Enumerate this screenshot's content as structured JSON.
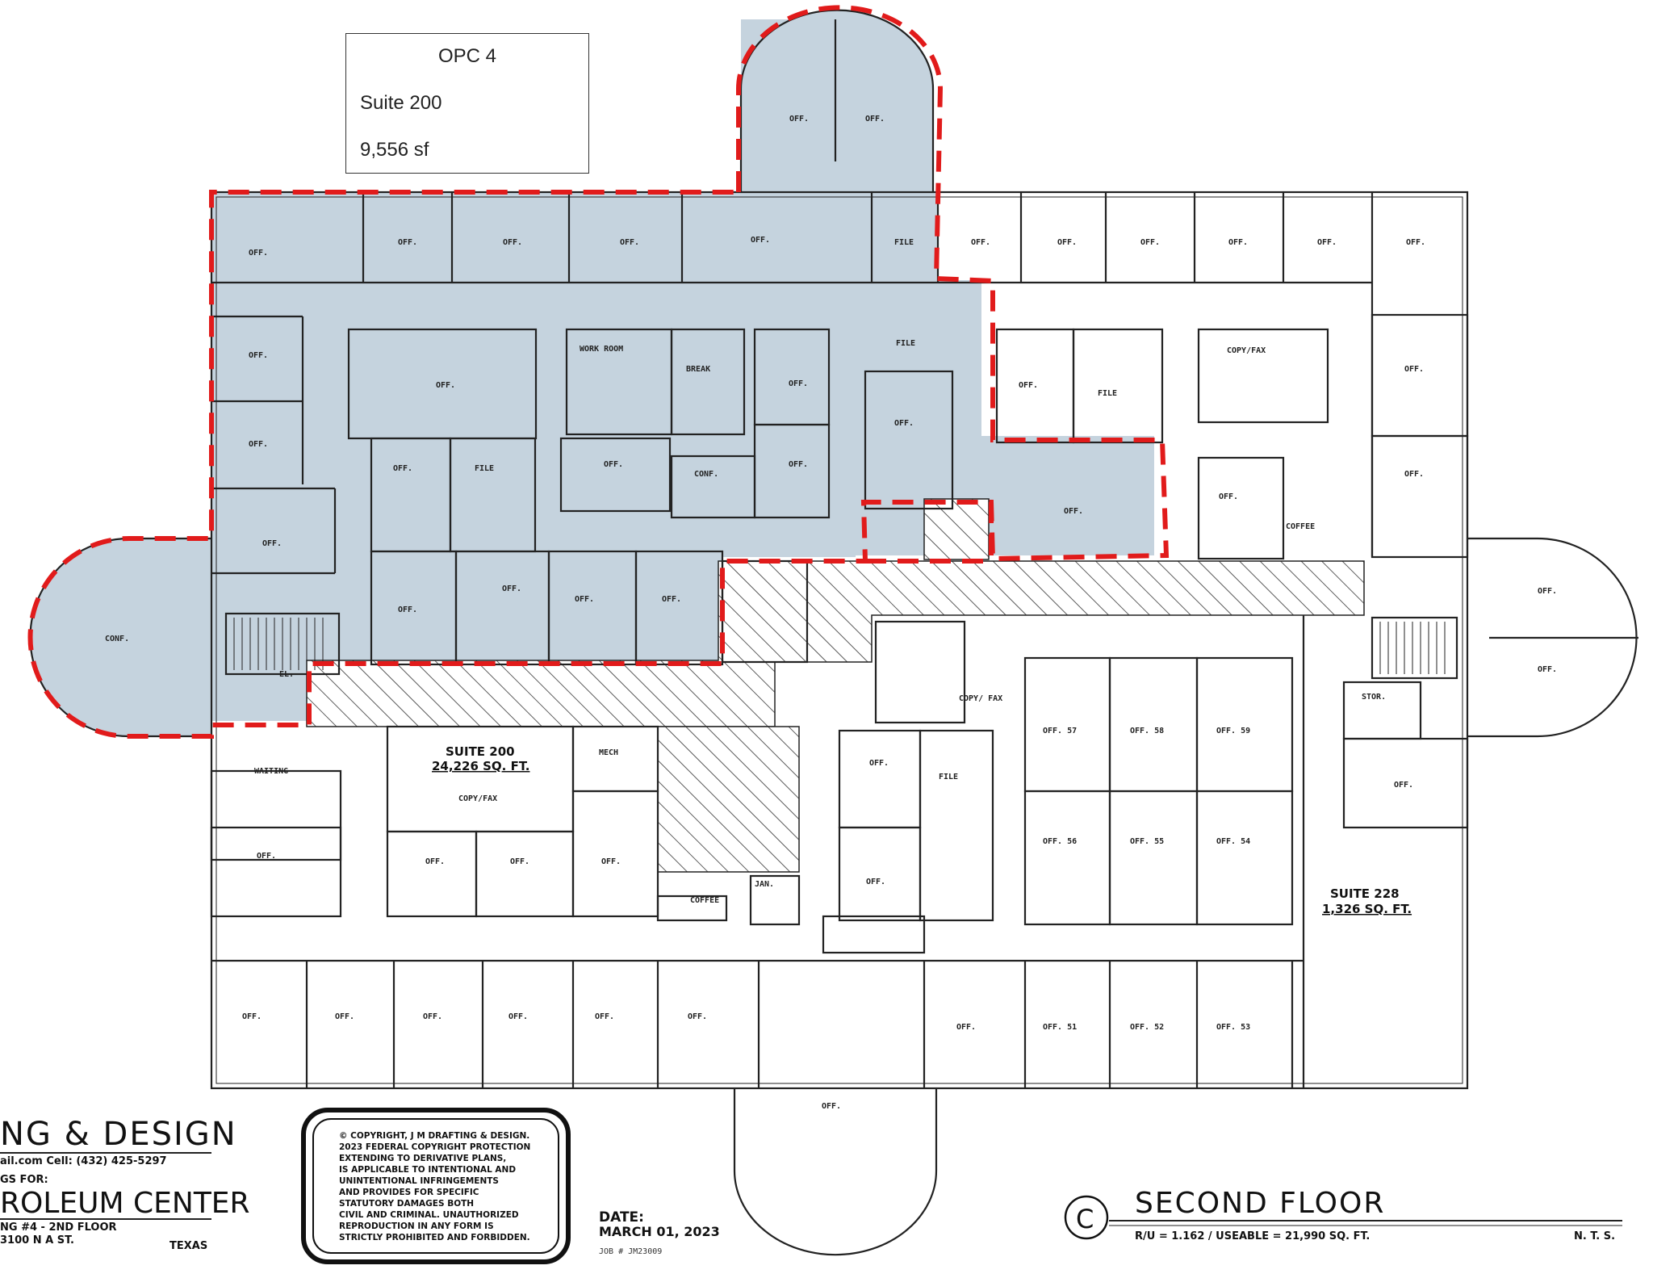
{
  "info_box": {
    "title": "OPC 4",
    "suite": "Suite 200",
    "area": "9,556 sf"
  },
  "rooms": {
    "off": "OFF.",
    "file": "FILE",
    "work_room": "WORK ROOM",
    "break": "BREAK",
    "conf": "CONF.",
    "copy_fax": "COPY/FAX",
    "copy_fax_2": "COPY/\nFAX",
    "coffee": "COFFEE",
    "mech": "MECH",
    "waiting": "WAITING",
    "stor": "STOR.",
    "jan": "JAN.",
    "el": "EL.",
    "off_51": "OFF. 51",
    "off_52": "OFF. 52",
    "off_53": "OFF. 53",
    "off_54": "OFF. 54",
    "off_55": "OFF. 55",
    "off_56": "OFF. 56",
    "off_57": "OFF. 57",
    "off_58": "OFF. 58",
    "off_59": "OFF. 59"
  },
  "suites": {
    "suite_200_name": "SUITE 200",
    "suite_200_area": "24,226 SQ. FT.",
    "suite_228_name": "SUITE 228",
    "suite_228_area": "1,326 SQ. FT."
  },
  "title_block": {
    "company": "NG & DESIGN",
    "contact": "ail.com      Cell: (432) 425-5297",
    "prepared_for": "GS FOR:",
    "project": "ROLEUM CENTER",
    "building": "NG #4 - 2ND FLOOR",
    "address": "3100 N A ST.",
    "state": "TEXAS",
    "copyright": [
      "© COPYRIGHT, J M DRAFTING & DESIGN.",
      "2023 FEDERAL COPYRIGHT PROTECTION",
      "EXTENDING TO DERIVATIVE PLANS,",
      "IS APPLICABLE TO INTENTIONAL AND",
      "UNINTENTIONAL INFRINGEMENTS",
      "AND PROVIDES FOR SPECIFIC",
      "STATUTORY DAMAGES BOTH",
      "CIVIL AND CRIMINAL. UNAUTHORIZED",
      "REPRODUCTION IN ANY FORM IS",
      "STRICTLY PROHIBITED AND FORBIDDEN."
    ],
    "date_label": "DATE:",
    "date": "MARCH 01, 2023",
    "job": "JOB # JM23009",
    "drawing_letter": "C",
    "drawing_title": "SECOND FLOOR",
    "drawing_sub": "R/U = 1.162 / USEABLE = 21,990 SQ. FT.",
    "scale": "N. T. S."
  },
  "colors": {
    "highlight_fill": "#c5d3de",
    "boundary": "#e11b1b",
    "wall": "#222222"
  }
}
